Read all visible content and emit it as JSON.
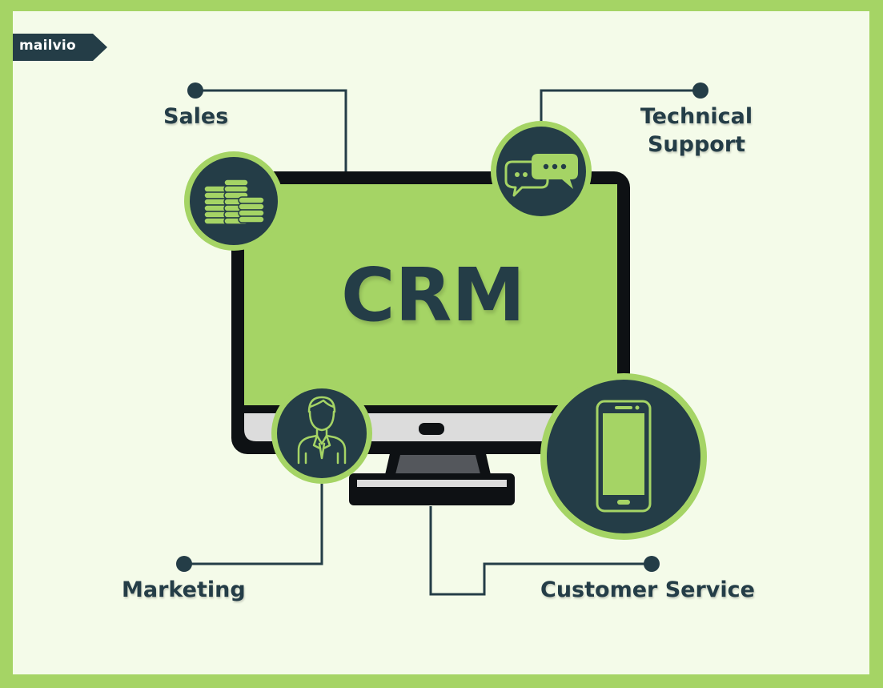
{
  "brand": {
    "name": "mailvio"
  },
  "center": {
    "title": "CRM"
  },
  "nodes": {
    "sales": {
      "label": "Sales",
      "icon": "coins-icon"
    },
    "technical_support": {
      "label_line1": "Technical",
      "label_line2": "Support",
      "icon": "chat-bubbles-icon"
    },
    "marketing": {
      "label": "Marketing",
      "icon": "businessman-icon"
    },
    "customer_service": {
      "label": "Customer Service",
      "icon": "smartphone-icon"
    }
  },
  "colors": {
    "accent_green": "#a5d465",
    "dark_navy": "#243d47",
    "background": "#f4fbe9",
    "monitor_bezel": "#0e1114",
    "monitor_chin": "#dcdcdc"
  }
}
